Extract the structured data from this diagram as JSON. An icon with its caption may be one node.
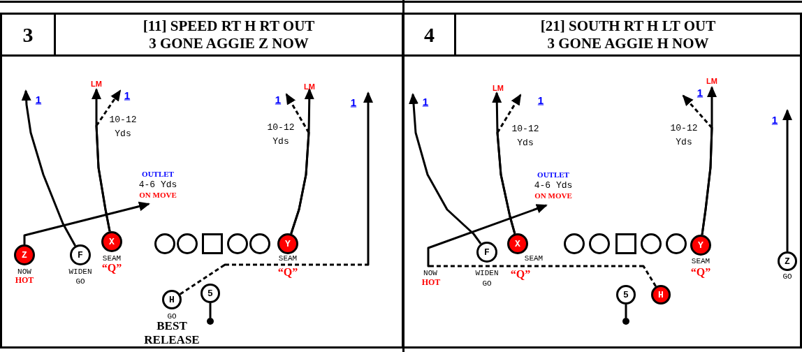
{
  "diagram": {
    "nodes": [
      {
        "text": [
          "3"
        ]
      },
      {
        "text": [
          "[11] SPEED RT H RT OUT",
          "3 GONE AGGIE Z NOW"
        ]
      },
      {
        "text": [
          "Z"
        ],
        "beside": [
          "NOW",
          "HOT"
        ]
      },
      {
        "text": [
          "F"
        ],
        "beside": [
          "WIDEN",
          "GO"
        ]
      },
      {
        "text": [
          "X"
        ],
        "beside": [
          "SEAM",
          "“Q”"
        ]
      },
      {
        "text": [],
        "shape": "circle"
      },
      {
        "text": [],
        "shape": "circle"
      },
      {
        "text": [],
        "shape": "box"
      },
      {
        "text": [],
        "shape": "circle"
      },
      {
        "text": [],
        "shape": "circle"
      },
      {
        "text": [
          "Y"
        ],
        "beside": [
          "SEAM",
          "“Q”"
        ]
      },
      {
        "text": [
          "H"
        ],
        "beside": [
          "GO",
          "BEST RELEASE"
        ]
      },
      {
        "text": [
          "5"
        ]
      },
      {
        "text": [
          "LM"
        ]
      },
      {
        "text": [
          "1"
        ]
      },
      {
        "text": [
          "1"
        ]
      },
      {
        "text": [
          "LM"
        ]
      },
      {
        "text": [
          "1"
        ]
      },
      {
        "text": [
          "1"
        ]
      },
      {
        "text": [
          "OUTLET",
          "4-6 Yds",
          "ON MOVE"
        ]
      },
      {
        "text": [],
        "shape": "circle"
      },
      {
        "text": [
          "4"
        ]
      },
      {
        "text": [
          "[21] SOUTH RT H LT OUT",
          "3 GONE AGGIE H NOW"
        ]
      },
      {
        "text": [
          "F"
        ],
        "beside": [
          "WIDEN",
          "GO"
        ]
      },
      {
        "text": [
          "X"
        ],
        "beside": [
          "SEAM",
          "“Q”"
        ]
      },
      {
        "text": [],
        "shape": "circle"
      },
      {
        "text": [],
        "shape": "circle"
      },
      {
        "text": [],
        "shape": "box"
      },
      {
        "text": [],
        "shape": "circle"
      },
      {
        "text": [],
        "shape": "circle"
      },
      {
        "text": [
          "Y"
        ],
        "beside": [
          "SEAM",
          "“Q”"
        ]
      },
      {
        "text": [
          "Z"
        ],
        "beside": [
          "GO"
        ]
      },
      {
        "text": [
          "H"
        ]
      },
      {
        "text": [
          "5"
        ]
      },
      {
        "text": [
          "LM"
        ]
      },
      {
        "text": [
          "1"
        ]
      },
      {
        "text": [
          "1"
        ]
      },
      {
        "text": [
          "LM"
        ]
      },
      {
        "text": [
          "1"
        ]
      },
      {
        "text": [
          "1"
        ]
      },
      {
        "text": [
          "OUTLET",
          "4-6 Yds",
          "ON MOVE"
        ]
      },
      {
        "text": [],
        "shape": "circle"
      }
    ],
    "edges": [
      {
        "from": 2,
        "to": 19,
        "arrow": "to"
      },
      {
        "from": 3,
        "to": 14,
        "arrow": "to"
      },
      {
        "from": 4,
        "to": 13,
        "arrow": "to"
      },
      {
        "from": 4,
        "to": 15,
        "arrow": "to",
        "style": "dashed"
      },
      {
        "from": 10,
        "to": 16,
        "arrow": "to"
      },
      {
        "from": 10,
        "to": 17,
        "arrow": "to",
        "style": "dashed"
      },
      {
        "from": 11,
        "to": 18,
        "arrow": "to",
        "style": "dashed"
      },
      {
        "from": 12,
        "to": 20,
        "arrow": "none"
      },
      {
        "from": 32,
        "to": 40,
        "arrow": "to",
        "style": "dashed"
      },
      {
        "from": 23,
        "to": 35,
        "arrow": "to"
      },
      {
        "from": 24,
        "to": 34,
        "arrow": "to"
      },
      {
        "from": 24,
        "to": 36,
        "arrow": "to",
        "style": "dashed"
      },
      {
        "from": 30,
        "to": 37,
        "arrow": "to"
      },
      {
        "from": 30,
        "to": 38,
        "arrow": "to",
        "style": "dashed"
      },
      {
        "from": 31,
        "to": 39,
        "arrow": "to"
      },
      {
        "from": 33,
        "to": 41,
        "arrow": "none"
      }
    ],
    "labels": [
      "10-12 Yds",
      "10-12 Yds",
      "10-12 Yds",
      "10-12 Yds",
      "NOW",
      "HOT"
    ]
  }
}
